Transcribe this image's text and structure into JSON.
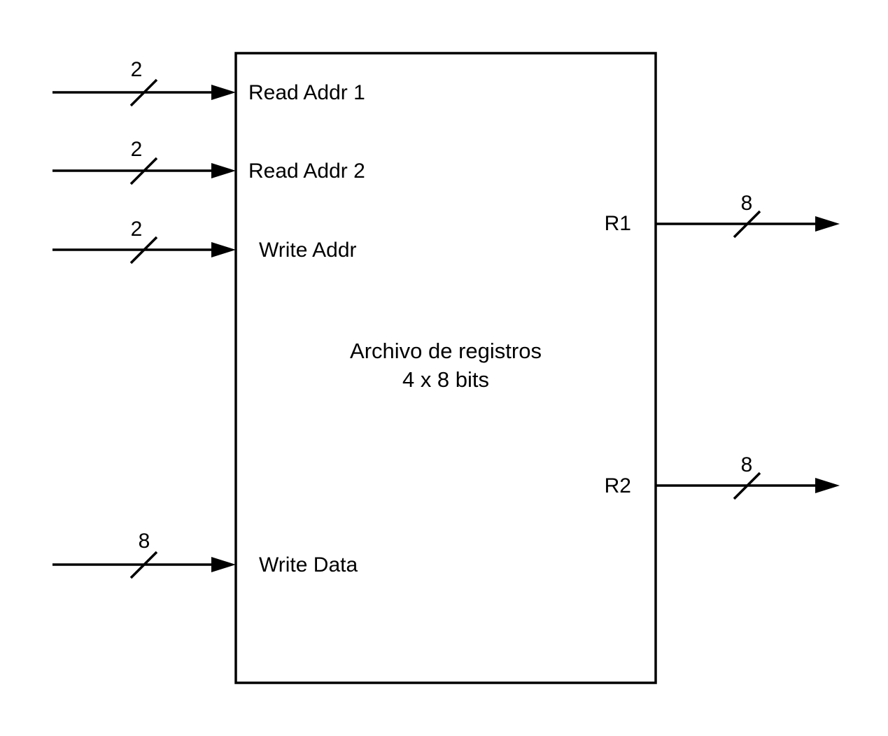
{
  "block": {
    "title_line1": "Archivo de registros",
    "title_line2": "4 x 8 bits"
  },
  "inputs": [
    {
      "label": "Read Addr 1",
      "width": "2"
    },
    {
      "label": "Read Addr 2",
      "width": "2"
    },
    {
      "label": "Write Addr",
      "width": "2"
    },
    {
      "label": "Write Data",
      "width": "8"
    }
  ],
  "outputs": [
    {
      "label": "R1",
      "width": "8"
    },
    {
      "label": "R2",
      "width": "8"
    }
  ],
  "colors": {
    "line": "#000000",
    "background": "#ffffff"
  }
}
